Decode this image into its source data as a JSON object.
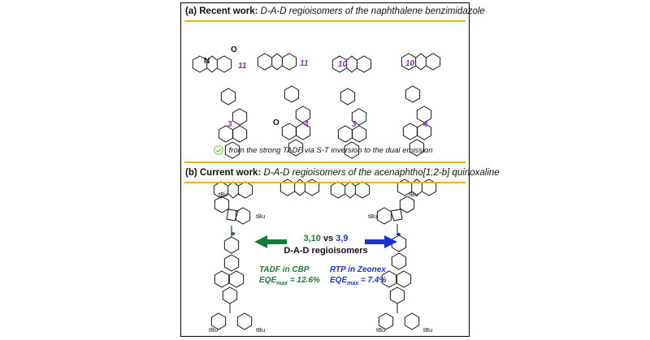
{
  "panel_a": {
    "label": "(a) Recent work:",
    "description": "D-A-D regioisomers of the naphthalene benzimidazole",
    "positions": [
      {
        "top": "11",
        "bottom": "3"
      },
      {
        "top": "11",
        "bottom": "4"
      },
      {
        "top": "10",
        "bottom": "3"
      },
      {
        "top": "10",
        "bottom": "4"
      }
    ],
    "note": "from the strong TADF via S-T inversion to the  dual emission"
  },
  "panel_b": {
    "label": "(b) Current work:",
    "description": "D-A-D regioisomers of the acenaphtho[1,2-b] quinoxaline",
    "isomer_a": "3,10",
    "vs_word": "vs",
    "isomer_b": "3,9",
    "subtitle": "D-A-D regioisomers",
    "left_mode": "TADF in CBP",
    "left_eqe_prefix": "EQE",
    "left_eqe_sub": "max",
    "left_eqe_value": " = 12.6%",
    "right_mode": "RTP in Zeonex",
    "right_eqe_prefix": "EQE",
    "right_eqe_sub": "max",
    "right_eqe_value": " = 7.4%",
    "substituent": "tBu"
  },
  "atom_labels": {
    "N": "N",
    "O": "O"
  },
  "colors": {
    "accent_rule": "#e8b21a",
    "tadf_green": "#1a7a3a",
    "rtp_blue": "#1a33cc",
    "position_purple": "#8b2fc9"
  }
}
